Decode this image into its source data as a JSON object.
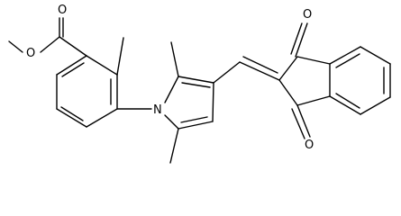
{
  "molecule": {
    "atoms": {
      "o_carbonyl_ester": "O",
      "o_ester": "O",
      "n_pyrrole": "N",
      "o_indandione_top": "O",
      "o_indandione_bottom": "O"
    }
  }
}
